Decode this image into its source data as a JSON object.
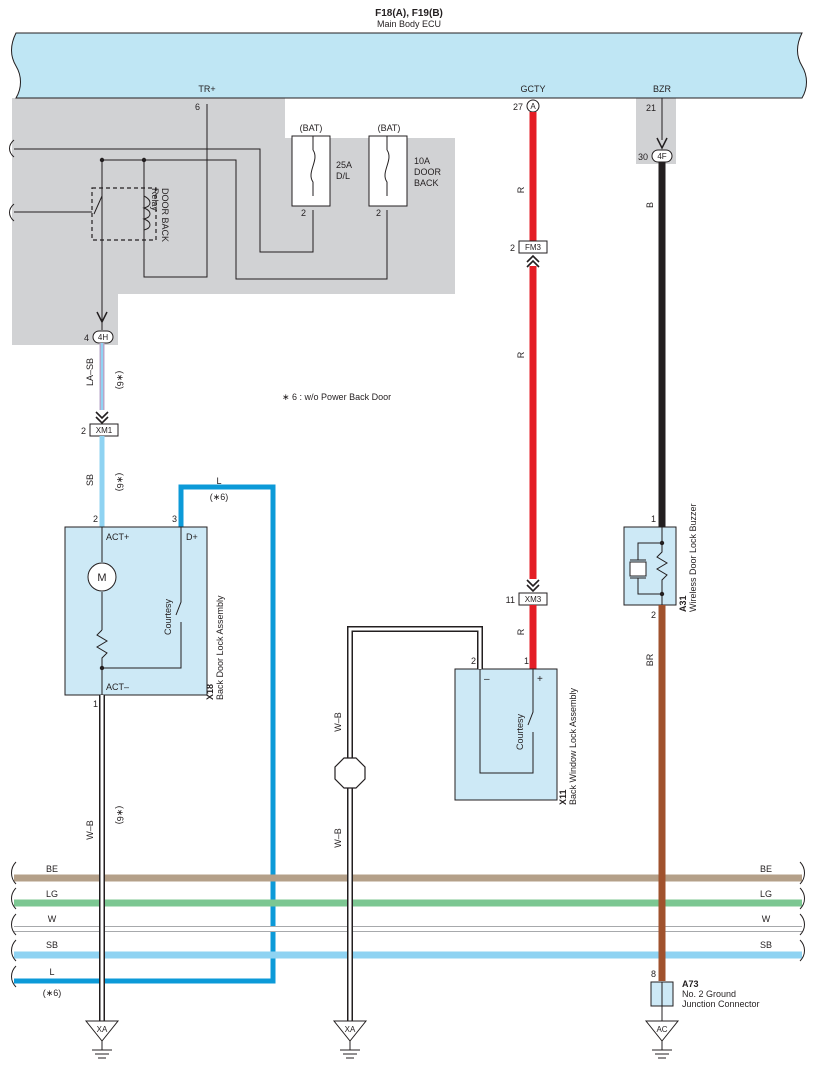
{
  "header": {
    "connectors": "F18(A), F19(B)",
    "component": "Main Body ECU"
  },
  "ecu_terminals": {
    "tr_plus": {
      "name": "TR+",
      "pin": "6"
    },
    "gcty": {
      "name": "GCTY",
      "pin": "27",
      "connector": "A"
    },
    "bzr": {
      "name": "BZR",
      "pin": "21"
    }
  },
  "fuses": {
    "dl": {
      "supply": "(BAT)",
      "rating": "25A",
      "name": "D/L",
      "pin": "2"
    },
    "door_back": {
      "supply": "(BAT)",
      "rating": "10A",
      "name_line1": "DOOR",
      "name_line2": "BACK",
      "pin": "2"
    }
  },
  "relay": {
    "line1": "DOOR BACK",
    "line2": "Relay"
  },
  "junctions": {
    "j4h": {
      "id": "4H",
      "pin": "4"
    },
    "j4f": {
      "id": "4F",
      "pin": "30"
    },
    "xm1": {
      "id": "XM1",
      "pin": "2"
    },
    "fm3": {
      "id": "FM3",
      "pin": "2"
    },
    "xm3": {
      "id": "XM3",
      "pin": "11"
    }
  },
  "wire_labels": {
    "la_sb": "LA–SB",
    "star6": "(∗6)",
    "sb": "SB",
    "l": "L",
    "r": "R",
    "b": "B",
    "br": "BR",
    "wb": "W–B"
  },
  "note": "∗ 6 : w/o Power Back Door",
  "x18": {
    "id": "X18",
    "name": "Back Door Lock Assembly",
    "act_plus": "ACT+",
    "d_plus": "D+",
    "act_minus": "ACT–",
    "motor": "M",
    "switch": "Courtesy",
    "pin_act_plus": "2",
    "pin_d_plus": "3",
    "pin_act_minus": "1"
  },
  "x11": {
    "id": "X11",
    "name": "Back Window Lock Assembly",
    "minus": "–",
    "plus": "+",
    "switch": "Courtesy",
    "pin_minus": "2",
    "pin_plus": "1"
  },
  "a31": {
    "id": "A31",
    "name": "Wireless Door Lock Buzzer",
    "pin_top": "1",
    "pin_bottom": "2"
  },
  "a73": {
    "id": "A73",
    "line1": "No. 2 Ground",
    "line2": "Junction Connector",
    "pin": "8"
  },
  "bus": {
    "be": "BE",
    "lg": "LG",
    "w": "W",
    "sb": "SB",
    "l": "L",
    "l_note": "(∗6)"
  },
  "grounds": {
    "g1": "XA",
    "g2": "XA",
    "g3": "AC"
  },
  "colors": {
    "ecu_fill": "#bfe6f4",
    "panel_gray": "#d1d2d4",
    "red": "#e41e25",
    "black": "#231f20",
    "brown": "#a0522d",
    "sky": "#8fd3f2",
    "blue": "#0c9ad8",
    "beige": "#b4a089",
    "green": "#7cc792",
    "component_fill": "#cde9f6"
  }
}
